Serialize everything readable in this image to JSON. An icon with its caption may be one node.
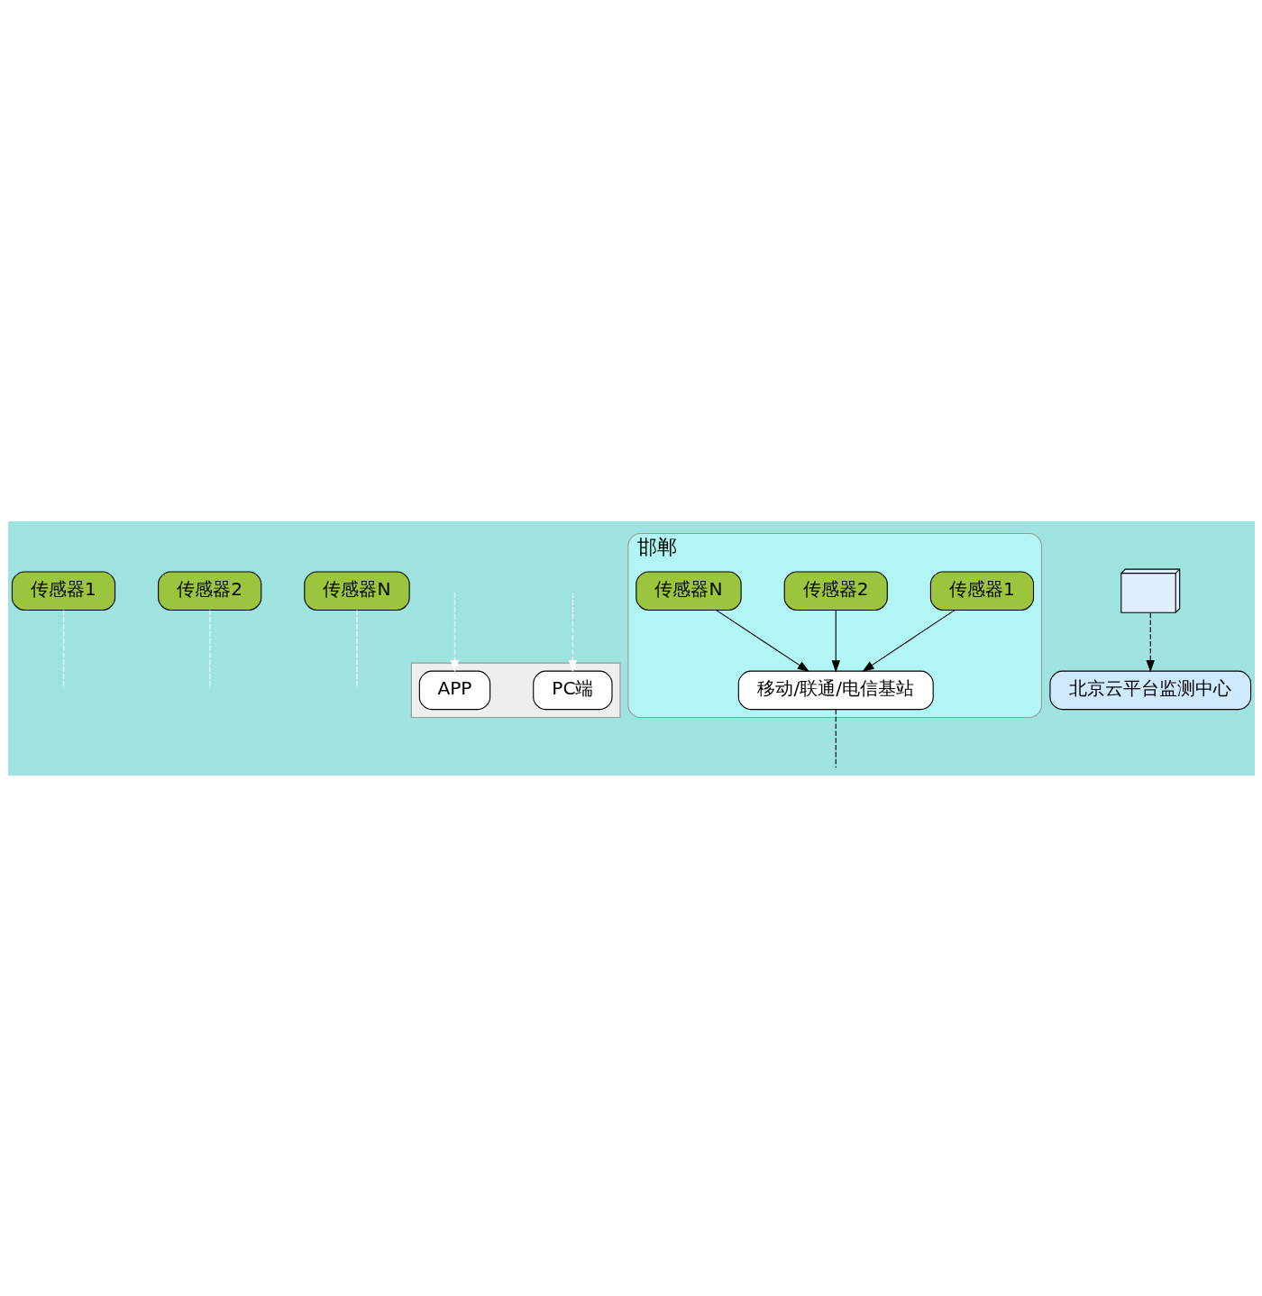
{
  "diagram": {
    "nodes": [
      {
        "text": [
          "传感器1"
        ]
      },
      {
        "text": [
          "传感器2"
        ]
      },
      {
        "text": [
          "传感器N"
        ]
      },
      {
        "text": [],
        "shape": "box"
      },
      {
        "text": [
          "APP"
        ],
        "in": 3
      },
      {
        "text": [
          "PC端"
        ],
        "in": 3
      },
      {
        "text": [
          "邯郸"
        ]
      },
      {
        "text": [
          "移动/联通/电信基站"
        ],
        "in": 6
      },
      {
        "text": [
          "传感器1"
        ],
        "in": 6
      },
      {
        "text": [
          "传感器2"
        ],
        "in": 6
      },
      {
        "text": [
          "传感器N"
        ],
        "in": 6
      },
      {
        "text": [
          "北京云平台监测中心"
        ]
      },
      {
        "text": [],
        "shape": "picture"
      }
    ],
    "edges": [
      {
        "from": 0,
        "to": null,
        "arrow": "none",
        "style": "dashed",
        "color": "#ffffff"
      },
      {
        "from": 1,
        "to": null,
        "arrow": "none",
        "style": "dashed",
        "color": "#ffffff"
      },
      {
        "from": 2,
        "to": null,
        "arrow": "none",
        "style": "dashed",
        "color": "#ffffff"
      },
      {
        "from": null,
        "to": 4,
        "arrow": "to",
        "style": "dashed",
        "color": "#ffffff"
      },
      {
        "from": null,
        "to": 5,
        "arrow": "to",
        "style": "dashed",
        "color": "#ffffff"
      },
      {
        "from": 8,
        "to": 7,
        "arrow": "to",
        "color": "#000000"
      },
      {
        "from": 9,
        "to": 7,
        "arrow": "to",
        "color": "#000000"
      },
      {
        "from": 10,
        "to": 7,
        "arrow": "to",
        "color": "#000000"
      },
      {
        "from": 7,
        "to": null,
        "arrow": "none",
        "style": "dashed",
        "color": "#000000"
      },
      {
        "from": 12,
        "to": 11,
        "arrow": "to",
        "style": "dashed",
        "color": "#000000"
      }
    ]
  }
}
